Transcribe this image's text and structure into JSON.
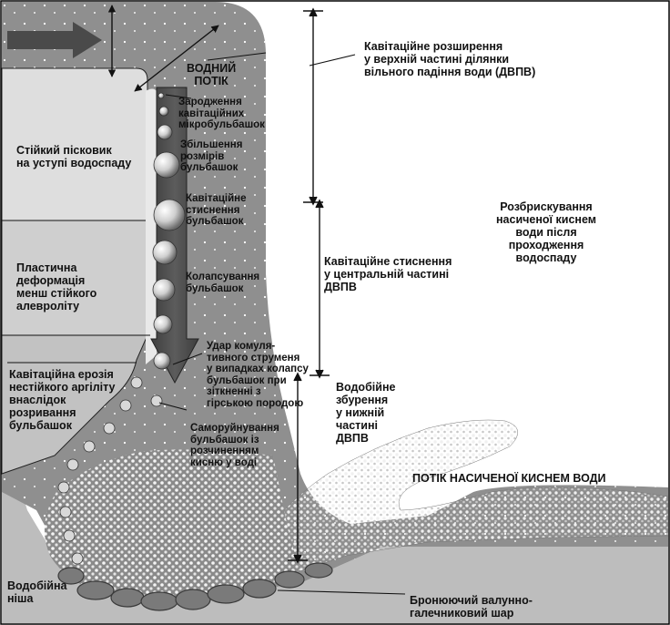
{
  "labels": {
    "widening": "Кавітаційне розширення\nу верхній частині ділянки\nвільного падіння води (ДВПВ)",
    "water_stream": "ВОДНИЙ\nПОТІК",
    "origin": "Зародження\nкавітаційних\nмікробульбашок",
    "growth": "Збільшення\nрозмірів\nбульбашок",
    "compression_bubbles": "Кавітаційне\nстиснення\nбульбашок",
    "collapse": "Колапсування\nбульбашок",
    "jet_impact": "Удар комуля-\nтивного струменя\nу випадках колапсу\nбульбашок при\nзіткненні з\nгірською породою",
    "self_destruction": "Саморуйнування\nбульбашок із\nрозчиненням\nкисню у воді",
    "sandstone": "Стійкий пісковик\nна уступі водоспаду",
    "plastic_deformation": "Пластична\nдеформація\nменш стійкого\nалевроліту",
    "erosion": "Кавітаційна ерозія\nнестійкого аргіліту\nвнаслідок\nрозривання\nбульбашок",
    "central_compression": "Кавітаційне стиснення\nу центральній частині\nДВПВ",
    "turbulence": "Водобійне\nзбурення\nу нижній\nчастині\nДВПВ",
    "splashing": "Розбрискування\nнасиченої киснем\nводи після\nпроходження\nводоспаду",
    "oxygen_flow": "ПОТІК НАСИЧЕНОЇ КИСНЕМ ВОДИ",
    "plunge_pool": "Водобійна\nніша",
    "armoring_layer": "Бронюючий валунно-\nгалечниковий шар"
  },
  "colors": {
    "water": "#8f8f8f",
    "rock_light": "#dedede",
    "rock_mid": "#c9c9c9",
    "ground": "#bdbdbd",
    "jet": "#4f4f4f",
    "ink": "#111111"
  }
}
